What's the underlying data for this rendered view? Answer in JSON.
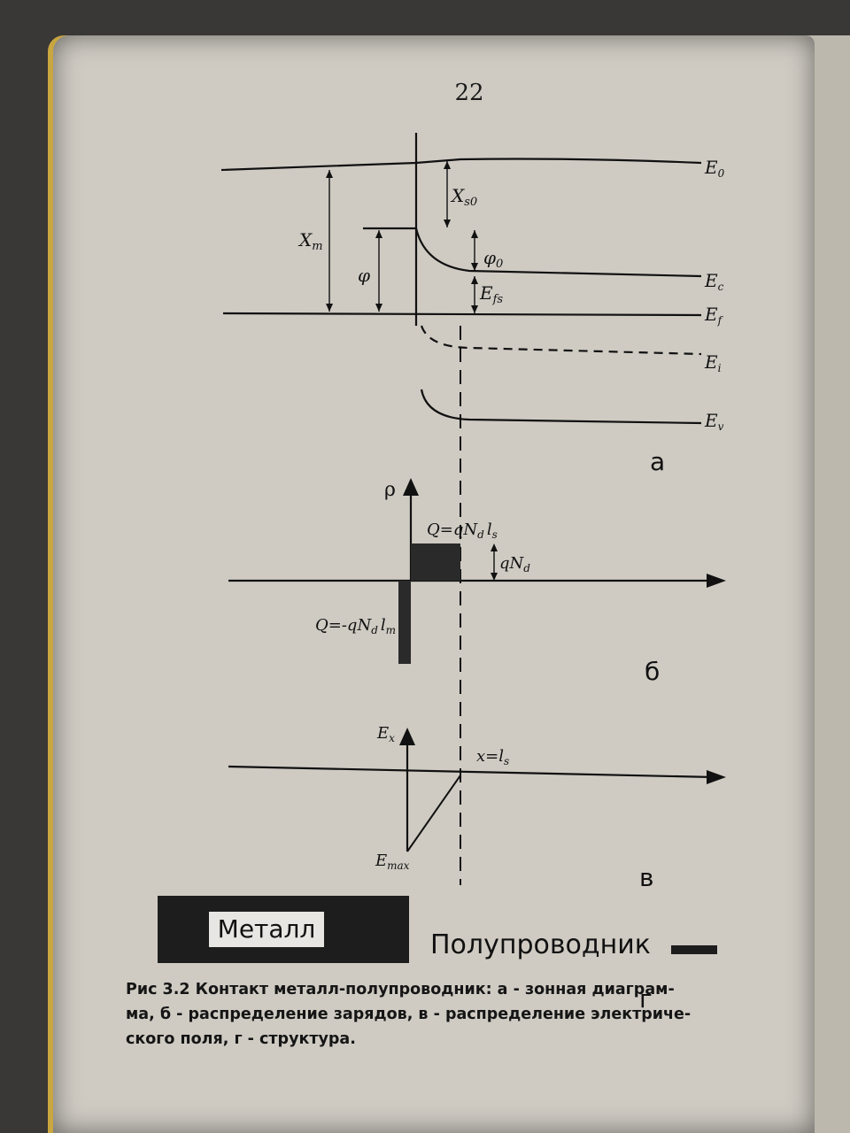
{
  "page": {
    "number": "22"
  },
  "figure": {
    "part_a": {
      "letter": "a",
      "levels": {
        "E0": "E",
        "E0_sub": "0",
        "Ec": "E",
        "Ec_sub": "c",
        "Ef": "E",
        "Ef_sub": "f",
        "Ei": "E",
        "Ei_sub": "i",
        "Ev": "E",
        "Ev_sub": "v"
      },
      "labels": {
        "xs0": "X",
        "xs0_sub": "s0",
        "xm": "X",
        "xm_sub": "m",
        "phi": "φ",
        "phi0": "φ",
        "phi0_sub": "0",
        "efs": "E",
        "efs_sub": "fs"
      }
    },
    "part_b": {
      "letter": "б",
      "axis": "ρ",
      "q_pos": "Q=qN",
      "q_pos_sub1": "d",
      "q_pos_l": "l",
      "q_pos_sub2": "s",
      "q_neg": "Q=-qN",
      "q_neg_sub1": "d",
      "q_neg_l": "l",
      "q_neg_sub2": "m",
      "qnd": "qN",
      "qnd_sub": "d"
    },
    "part_v": {
      "letter": "в",
      "axis": "E",
      "axis_sub": "x",
      "xls": "x=l",
      "xls_sub": "s",
      "emax": "E",
      "emax_sub": "max"
    },
    "part_g": {
      "letter": "г",
      "metal": "Металл",
      "semiconductor": "Полупроводник"
    }
  },
  "caption": {
    "line1": "Рис 3.2 Контакт металл-полупроводник: а - зонная диаграм-",
    "line2": "ма, б - распределение зарядов, в - распределение электриче-",
    "line3": "ского поля, г - структура."
  }
}
